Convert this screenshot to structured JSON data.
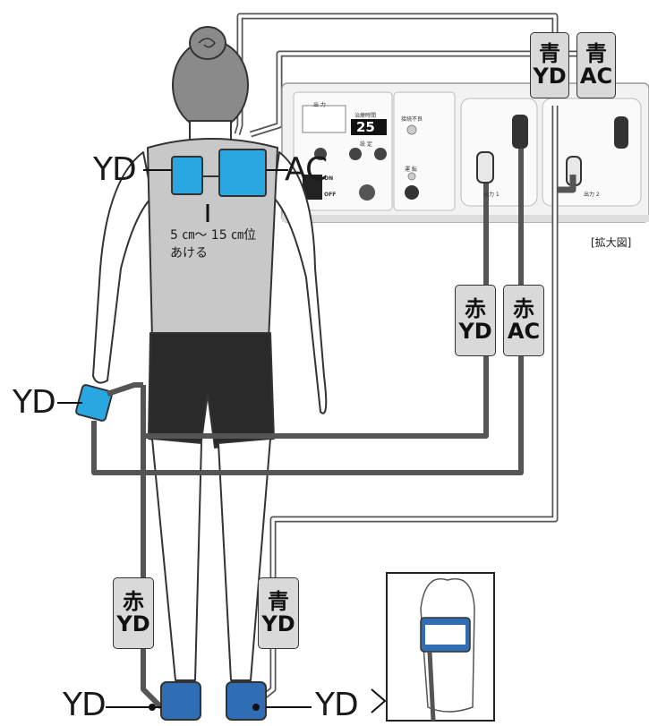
{
  "labels": {
    "neck_left": "YD",
    "neck_right": "AC",
    "hand": "YD",
    "ankle_left": "YD",
    "ankle_right": "YD",
    "spacing_line1": "5 ㎝～ 15 ㎝位",
    "spacing_line2": "あける",
    "zoom_caption": "[拡大図]"
  },
  "tags": {
    "blue_yd": {
      "color": "青",
      "code": "YD"
    },
    "blue_ac": {
      "color": "青",
      "code": "AC"
    },
    "red_yd_mid": {
      "color": "赤",
      "code": "YD"
    },
    "red_ac_mid": {
      "color": "赤",
      "code": "AC"
    },
    "red_yd_leg": {
      "color": "赤",
      "code": "YD"
    },
    "blue_yd_leg": {
      "color": "青",
      "code": "YD"
    }
  },
  "device": {
    "output_label": "出 力",
    "timer_label": "治療時間",
    "timer_value": "25",
    "setting_label": "設 定",
    "connection_label": "接続不良",
    "run_label": "運 転",
    "power_on": "ON",
    "power_off": "OFF",
    "output1": "出力 1",
    "output2": "出力 2"
  },
  "colors": {
    "electrode_blue": "#2aa7e0",
    "band_blue": "#2f6db5",
    "body_gray": "#c8c8c8",
    "cable_gray": "#666666",
    "tag_gray": "#d9d9d9"
  }
}
